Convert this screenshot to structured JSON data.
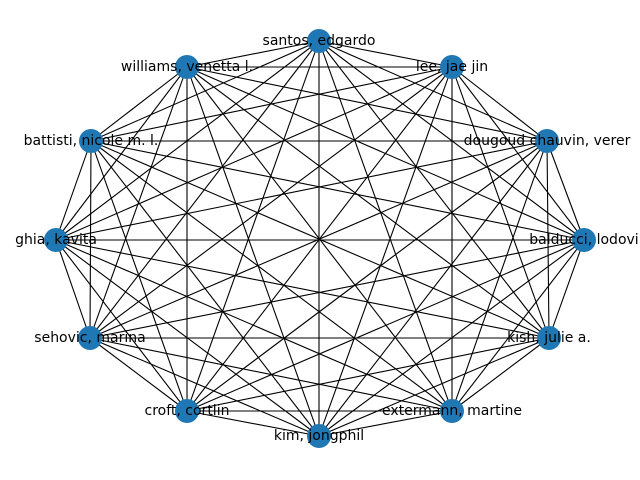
{
  "graph": {
    "node_color": "#1f77b4",
    "edge_color": "#000000",
    "complete": true,
    "nodes": [
      {
        "id": "santos",
        "label": "santos, edgardo"
      },
      {
        "id": "lee",
        "label": "lee, jae jin"
      },
      {
        "id": "dougoud",
        "label": "dougoud chauvin, verer"
      },
      {
        "id": "balducci",
        "label": "balducci, lodovi"
      },
      {
        "id": "kish",
        "label": "kish, julie a."
      },
      {
        "id": "extermann",
        "label": "extermann, martine"
      },
      {
        "id": "kim",
        "label": "kim, jongphil"
      },
      {
        "id": "croft",
        "label": "croft, cortlin"
      },
      {
        "id": "sehovic",
        "label": "sehovic, marina"
      },
      {
        "id": "ghia",
        "label": "ghia, kavita"
      },
      {
        "id": "battisti",
        "label": "battisti, nicole m. l."
      },
      {
        "id": "williams",
        "label": "williams, venetta l."
      }
    ]
  }
}
